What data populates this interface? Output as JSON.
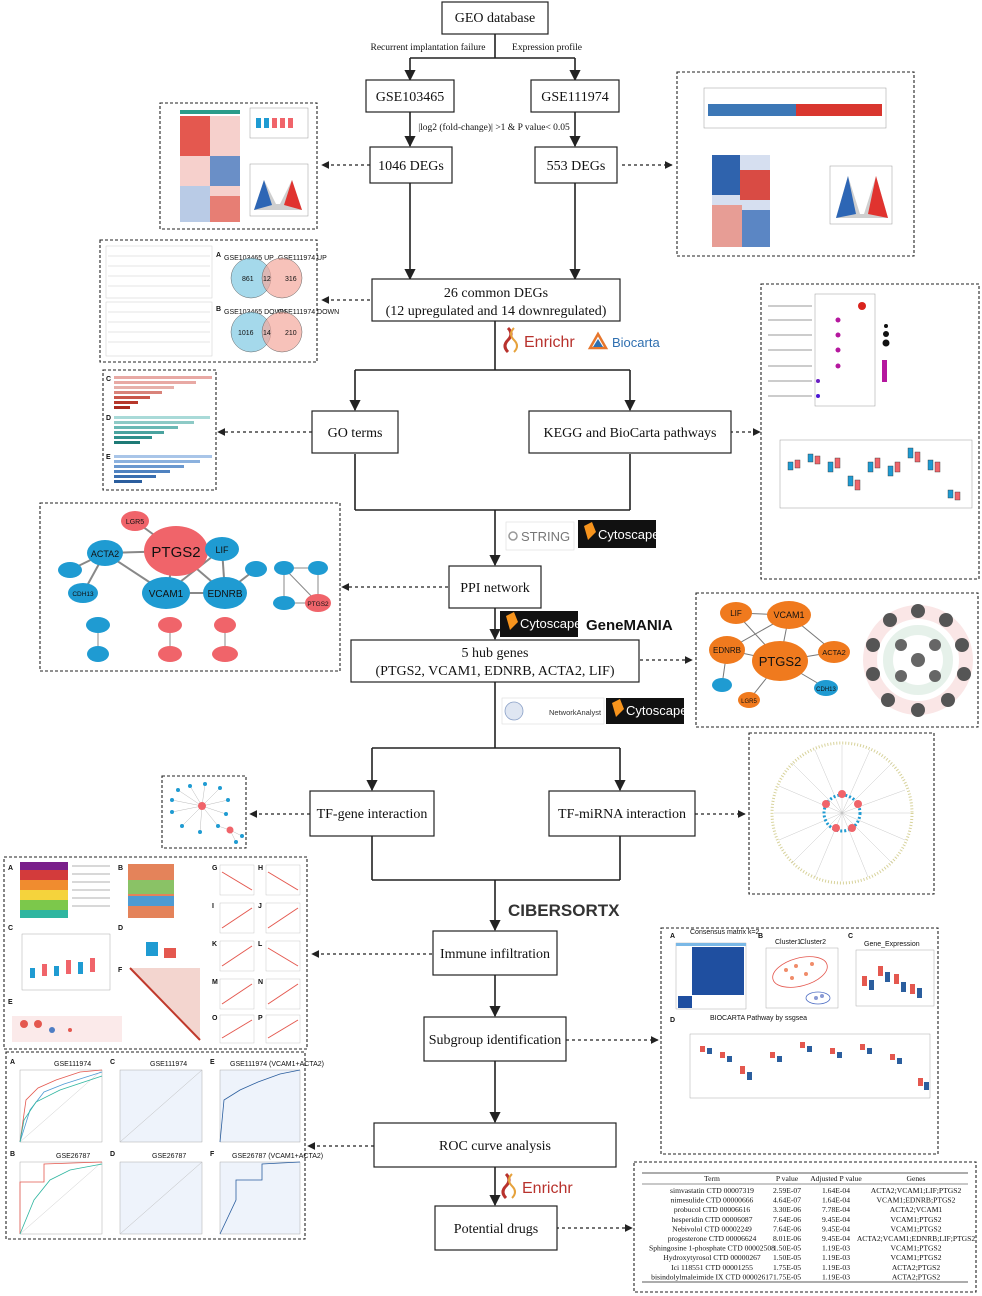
{
  "nodes": {
    "geo": "GEO database",
    "rif": "Recurrent implantation failure",
    "expr": "Expression profile",
    "gse1": "GSE103465",
    "gse2": "GSE111974",
    "criteria": "|log2 (fold-change)| >1 & P value< 0.05",
    "degs1": "1046 DEGs",
    "degs2": "553 DEGs",
    "common1": "26 common DEGs",
    "common2": "(12 upregulated and 14 downregulated)",
    "go": "GO terms",
    "kegg": "KEGG and BioCarta pathways",
    "ppi": "PPI network",
    "hub1": "5 hub genes",
    "hub2": "(PTGS2, VCAM1, EDNRB, ACTA2, LIF)",
    "tfgene": "TF-gene interaction",
    "tfmirna": "TF-miRNA interaction",
    "immune": "Immune infiltration",
    "subgroup": "Subgroup identification",
    "roc": "ROC curve analysis",
    "drugs": "Potential drugs"
  },
  "tools": {
    "enrichr": "Enrichr",
    "biocarta": "Biocarta",
    "string": "STRING",
    "cytoscape": "Cytoscape",
    "genemania": "GeneMANIA",
    "networkanalyst": "NetworkAnalyst",
    "cibersortx": "CIBERSORTX"
  },
  "panel_labels": {
    "venn_up_left": "GSE103465 UP",
    "venn_up_right": "GSE111974 UP",
    "venn_down_left": "GSE103465 DOWN",
    "venn_down_right": "GSE111974 DOWN",
    "venn_a_values": [
      "861",
      "12",
      "316"
    ],
    "venn_b_values": [
      "1016",
      "14",
      "210"
    ],
    "roc_titles": [
      "GSE111974",
      "GSE111974",
      "GSE111974 (VCAM1+ACTA2)",
      "GSE26787",
      "GSE26787",
      "GSE26787 (VCAM1+ACTA2)"
    ],
    "consensus": "Consensus matrix k=2",
    "gene_expression": "Gene_Expression",
    "biocarta_plot": "BIOCARTA Pathway by ssgsea",
    "cluster1": "Cluster1",
    "cluster2": "Cluster2"
  },
  "ppi_genes": [
    "LGR5",
    "ACTA2",
    "PTGS2",
    "LIF",
    "VCAM1",
    "EDNRB",
    "CDH13"
  ],
  "hub_genes": [
    "LIF",
    "VCAM1",
    "EDNRB",
    "PTGS2",
    "ACTA2",
    "LGR5",
    "CDH13"
  ],
  "colors": {
    "up": "#f0646a",
    "down": "#1f9bd2",
    "hub_orange": "#f07a1e",
    "enrichr": "#b8322d",
    "biocarta": "#2f6fb0"
  },
  "drug_table": {
    "headers": [
      "Term",
      "P value",
      "Adjusted P value",
      "Genes"
    ],
    "rows": [
      [
        "simvastatin CTD 00007319",
        "2.59E-07",
        "1.64E-04",
        "ACTA2;VCAM1;LIF;PTGS2"
      ],
      [
        "nimesulide CTD 00000666",
        "4.64E-07",
        "1.64E-04",
        "VCAM1;EDNRB;PTGS2"
      ],
      [
        "probucol CTD 00006616",
        "3.30E-06",
        "7.78E-04",
        "ACTA2;VCAM1"
      ],
      [
        "hesperidin CTD 00006087",
        "7.64E-06",
        "9.45E-04",
        "VCAM1;PTGS2"
      ],
      [
        "Nebivolol CTD 00002249",
        "7.64E-06",
        "9.45E-04",
        "VCAM1;PTGS2"
      ],
      [
        "progesterone CTD 00006624",
        "8.01E-06",
        "9.45E-04",
        "ACTA2;VCAM1;EDNRB;LIF;PTGS2"
      ],
      [
        "Sphingosine 1-phosphate CTD 00002508",
        "1.50E-05",
        "1.19E-03",
        "VCAM1;PTGS2"
      ],
      [
        "Hydroxytyrosol CTD 00000267",
        "1.50E-05",
        "1.19E-03",
        "VCAM1;PTGS2"
      ],
      [
        "Ici 118551 CTD 00001255",
        "1.75E-05",
        "1.19E-03",
        "ACTA2;PTGS2"
      ],
      [
        "bisindolylmaleimide IX CTD 00002617",
        "1.75E-05",
        "1.19E-03",
        "ACTA2;PTGS2"
      ]
    ]
  }
}
